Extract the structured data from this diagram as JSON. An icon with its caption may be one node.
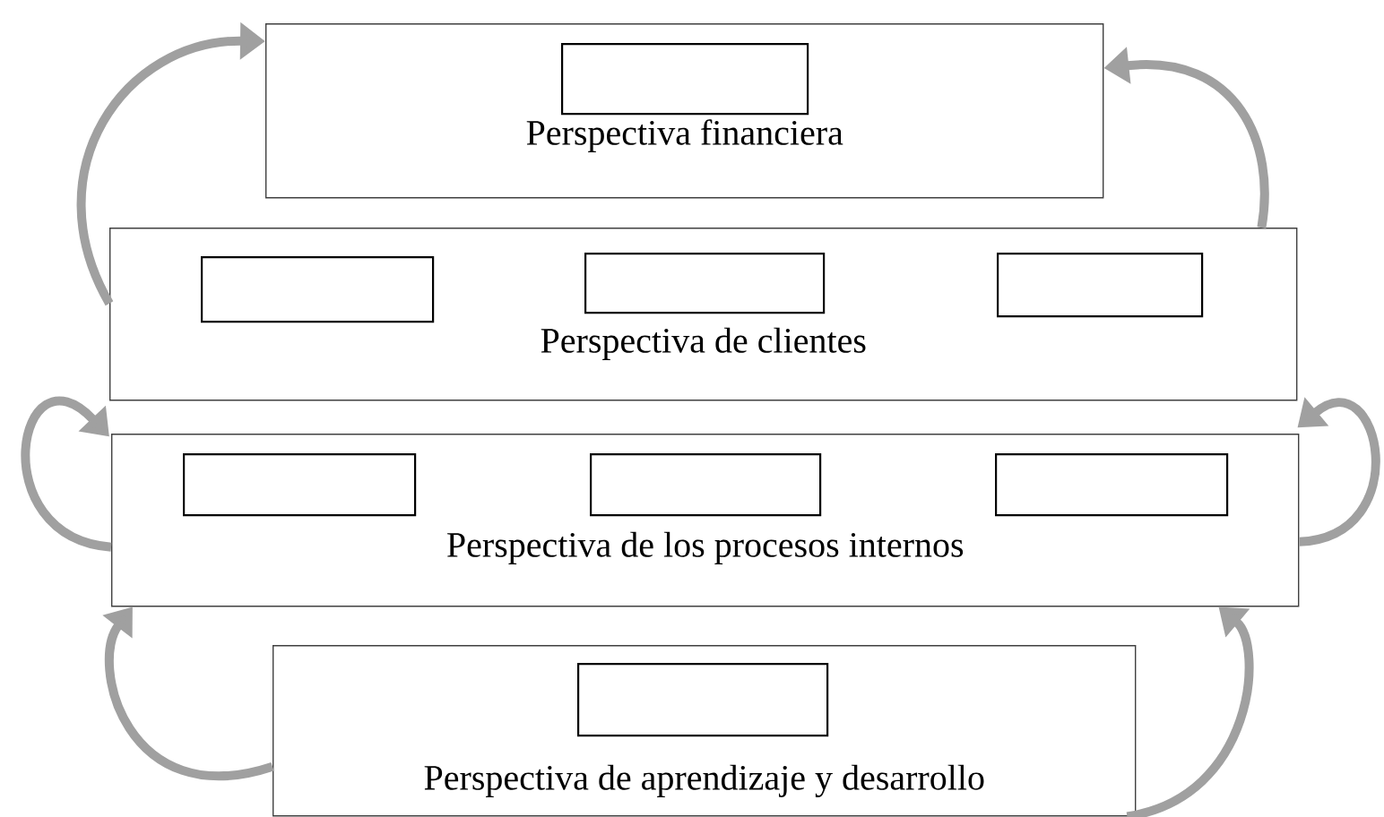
{
  "diagram": {
    "nodes": [
      {
        "text": [
          "Perspectiva financiera"
        ]
      },
      {
        "text": [],
        "shape": "box",
        "in": 0
      },
      {
        "text": [
          "Perspectiva de clientes"
        ]
      },
      {
        "text": [],
        "shape": "box",
        "in": 2
      },
      {
        "text": [],
        "shape": "box",
        "in": 2
      },
      {
        "text": [],
        "shape": "box",
        "in": 2
      },
      {
        "text": [
          "Perspectiva de los procesos internos"
        ]
      },
      {
        "text": [],
        "shape": "box",
        "in": 6
      },
      {
        "text": [],
        "shape": "box",
        "in": 6
      },
      {
        "text": [],
        "shape": "box",
        "in": 6
      },
      {
        "text": [
          "Perspectiva de aprendizaje y desarrollo"
        ]
      },
      {
        "text": [],
        "shape": "box",
        "in": 10
      }
    ],
    "edges": [
      {
        "from": 2,
        "to": 0,
        "arrow": "to"
      },
      {
        "from": 2,
        "to": 0,
        "arrow": "to"
      },
      {
        "from": 6,
        "to": 2,
        "arrow": "to"
      },
      {
        "from": 6,
        "to": 2,
        "arrow": "to"
      },
      {
        "from": 10,
        "to": 6,
        "arrow": "to"
      },
      {
        "from": 10,
        "to": 6,
        "arrow": "to"
      }
    ]
  }
}
